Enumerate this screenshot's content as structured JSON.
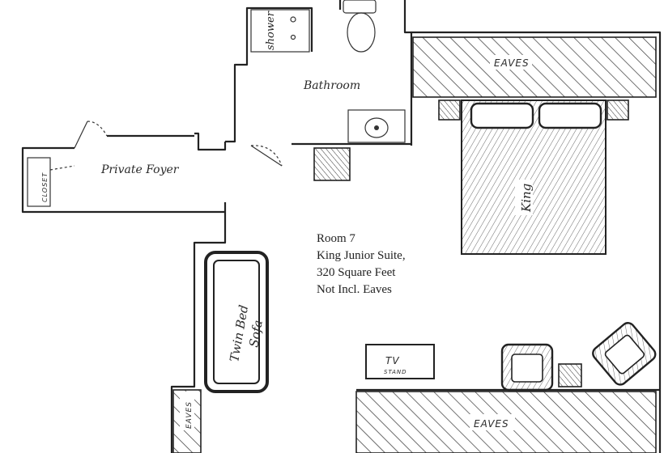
{
  "rooms": {
    "shower": "shower",
    "bathroom": "Bathroom",
    "foyer": "Private Foyer",
    "closet": "CLOSET",
    "eaves_top": "EAVES",
    "eaves_bottom": "EAVES",
    "eaves_left": "EAVES",
    "bed": "King",
    "sofa_line1": "Twin Bed",
    "sofa_line2": "Sofa",
    "tv_line1": "TV",
    "tv_line2": "STAND"
  },
  "info": {
    "line1": "Room 7",
    "line2": "King Junior Suite,",
    "line3": "320 Square Feet",
    "line4": "Not Incl. Eaves"
  }
}
